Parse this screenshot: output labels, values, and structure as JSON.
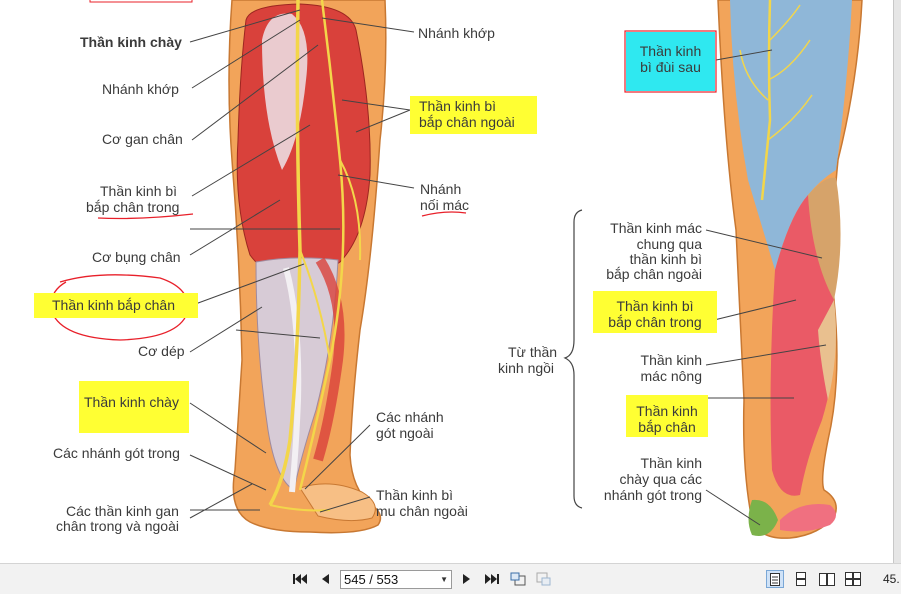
{
  "figure": {
    "left_labels": {
      "tibial_nerve_top": "Thần kinh chày",
      "articular_branch_left": "Nhánh khớp",
      "plantaris_muscle": "Cơ gan chân",
      "medial_sural_cutaneous_1": "Thần kinh bì",
      "medial_sural_cutaneous_2": "bắp chân trong",
      "gastrocnemius": "Cơ bụng chân",
      "sural_nerve": "Thần kinh bắp chân",
      "soleus": "Cơ dép",
      "tibial_nerve_bottom": "Thần kinh chày",
      "medial_calcaneal": "Các nhánh gót trong",
      "plantar_nerves_1": "Các thần kinh gan",
      "plantar_nerves_2": "chân trong và ngoài",
      "articular_branch_right": "Nhánh khớp",
      "lateral_sural_1": "Thần kinh bì",
      "lateral_sural_2": "bắp chân ngoài",
      "communicating_1": "Nhánh",
      "communicating_2": "nối mác",
      "lateral_calcaneal_1": "Các nhánh",
      "lateral_calcaneal_2": "gót ngoài",
      "dorsal_lateral_1": "Thần kinh bì",
      "dorsal_lateral_2": "mu chân ngoài"
    },
    "right_labels": {
      "posterior_femoral_1": "Thần kinh",
      "posterior_femoral_2": "bì đùi sau",
      "from_sciatic_1": "Từ thần",
      "from_sciatic_2": "kinh ngồi",
      "common_peroneal_1": "Thần kinh mác",
      "common_peroneal_2": "chung qua",
      "common_peroneal_3": "thần kinh bì",
      "common_peroneal_4": "bắp chân ngoài",
      "medial_sural_1": "Thần kinh bì",
      "medial_sural_2": "bắp chân trong",
      "superficial_peroneal_1": "Thần kinh",
      "superficial_peroneal_2": "mác nông",
      "sural_1": "Thần kinh",
      "sural_2": "bắp chân",
      "tibial_calcaneal_1": "Thần kinh",
      "tibial_calcaneal_2": "chày qua các",
      "tibial_calcaneal_3": "nhánh gót trong"
    }
  },
  "toolbar": {
    "page_value": "545 / 553",
    "zoom_text": "45."
  },
  "colors": {
    "highlight_yellow": "#ffff33",
    "highlight_cyan": "#2fe8f0",
    "annotation_red": "#e8202a",
    "skin": "#f2a45a",
    "muscle": "#d9413b",
    "nerve": "#f3d64a",
    "zone_blue": "#8fb7d8",
    "zone_pink": "#ea5a66",
    "zone_tan": "#d6a36a",
    "zone_green": "#7bb24a"
  }
}
